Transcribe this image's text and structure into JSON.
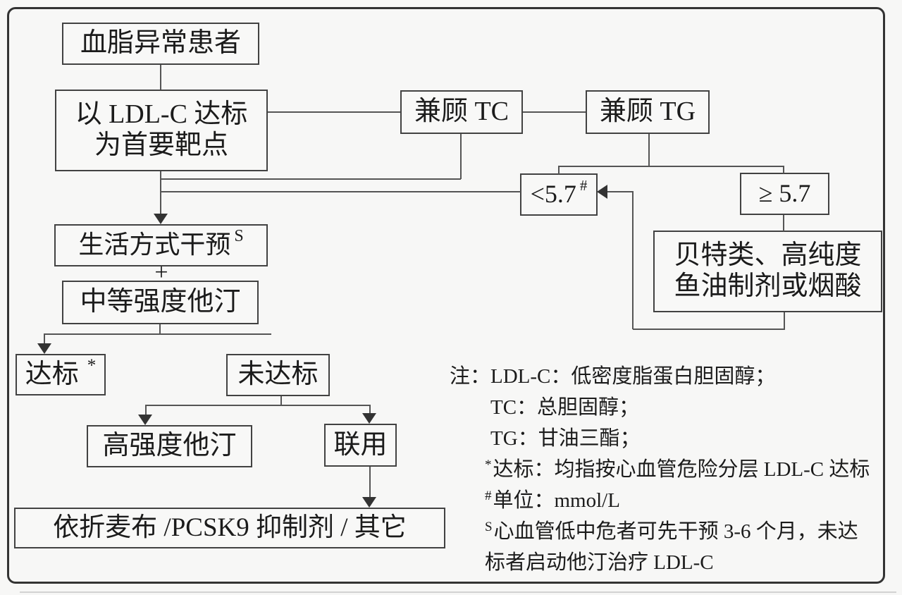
{
  "frame": {
    "border_color": "#333333",
    "background": "#f7f7f6"
  },
  "nodes": {
    "patient": {
      "label": "血脂异常患者"
    },
    "ldlc": {
      "line1": "以 LDL-C 达标",
      "line2": "为首要靶点"
    },
    "tc": {
      "label": "兼顾 TC"
    },
    "tg": {
      "label": "兼顾 TG"
    },
    "lt57": {
      "label": "<5.7",
      "sup": "#"
    },
    "ge57": {
      "label": "≥ 5.7"
    },
    "fibrate": {
      "line1": "贝特类、高纯度",
      "line2": "鱼油制剂或烟酸"
    },
    "lifestyle": {
      "label": "生活方式干预",
      "sup": "S"
    },
    "plus": {
      "label": "+"
    },
    "statin": {
      "label": "中等强度他汀"
    },
    "target_met": {
      "label": "达标",
      "sup": "*"
    },
    "target_not_met": {
      "label": "未达标"
    },
    "high_statin": {
      "label": "高强度他汀"
    },
    "combo": {
      "label": "联用"
    },
    "ezetimibe": {
      "label": "依折麦布 /PCSK9 抑制剂 / 其它"
    }
  },
  "notes": {
    "l1": "注：LDL-C：低密度脂蛋白胆固醇；",
    "l2": "TC：总胆固醇；",
    "l3": "TG：甘油三酯；",
    "l4_sup": "*",
    "l4": "达标：均指按心血管危险分层 LDL-C 达标",
    "l5_sup": "#",
    "l5": "单位：mmol/L",
    "l6_sup": "S",
    "l6": "心血管低中危者可先干预 3-6 个月，未达",
    "l7": "标者启动他汀治疗 LDL-C"
  }
}
